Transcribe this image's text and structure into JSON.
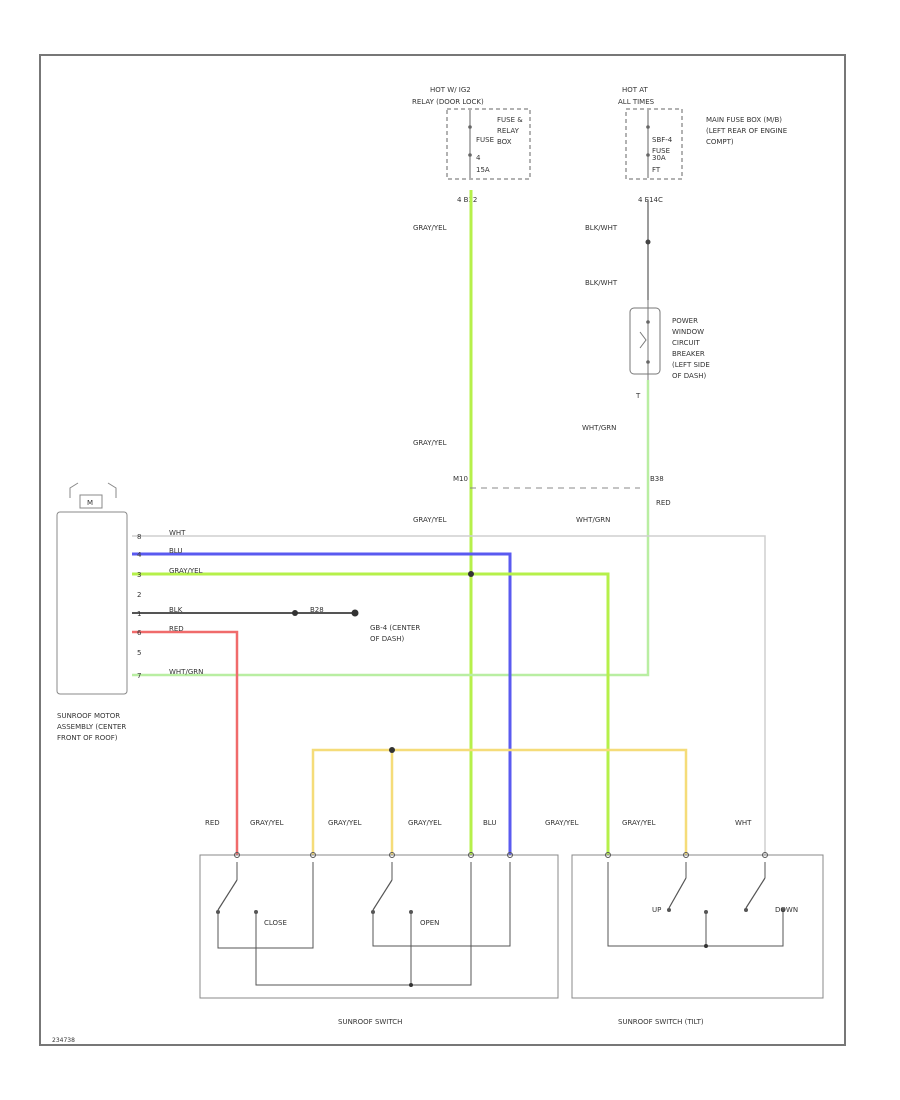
{
  "colors": {
    "gray_yel": "#b6f04a",
    "blu": "#5a5af0",
    "red": "#f06b6b",
    "yel": "#f5dc79",
    "wht_grn": "#b9eea2",
    "blk": "#7a7a7a",
    "frame": "#777777",
    "wht": "#cfcfcf"
  },
  "top_left": {
    "hot_label": "HOT W/ IG2",
    "relay_label": "RELAY (DOOR LOCK)",
    "fuse_label": "FUSE",
    "fuse_num": "4",
    "fuse_amp": "15A",
    "box_label": "FUSE & RELAY BOX",
    "connector": "4 B32"
  },
  "top_right": {
    "hot_label": "HOT AT",
    "all_times": "ALL TIMES",
    "fuse_label": "SBF-4 FUSE",
    "fuse_amp": "30A",
    "fuse_sub": "FT",
    "box_label": "MAIN FUSE BOX (M/B) (LEFT REAR OF ENGINE COMPT)",
    "connector": "4 E14C"
  },
  "circuit_breaker": {
    "label": "POWER WINDOW CIRCUIT BREAKER (LEFT SIDE OF DASH)",
    "pin": "T"
  },
  "wires": {
    "gray_yel": "GRAY/YEL",
    "blk_wht": "BLK/WHT",
    "wht_grn": "WHT/GRN",
    "wht": "WHT",
    "blu": "BLU",
    "blk": "BLK",
    "red": "RED",
    "m10": "M10",
    "b38": "B38",
    "b28": "B28"
  },
  "motor": {
    "conn": "M",
    "label": "SUNROOF MOTOR ASSEMBLY (CENTER FRONT OF ROOF)",
    "pins": [
      "8",
      "4",
      "3",
      "2",
      "1",
      "6",
      "5",
      "7"
    ]
  },
  "ground": {
    "label": "GB-4 (CENTER OF DASH)"
  },
  "switch1": {
    "label": "SUNROOF SWITCH",
    "close": "CLOSE",
    "open": "OPEN"
  },
  "switch2": {
    "label": "SUNROOF SWITCH (TILT)",
    "up": "UP",
    "down": "DOWN"
  },
  "footer_code": "234738"
}
